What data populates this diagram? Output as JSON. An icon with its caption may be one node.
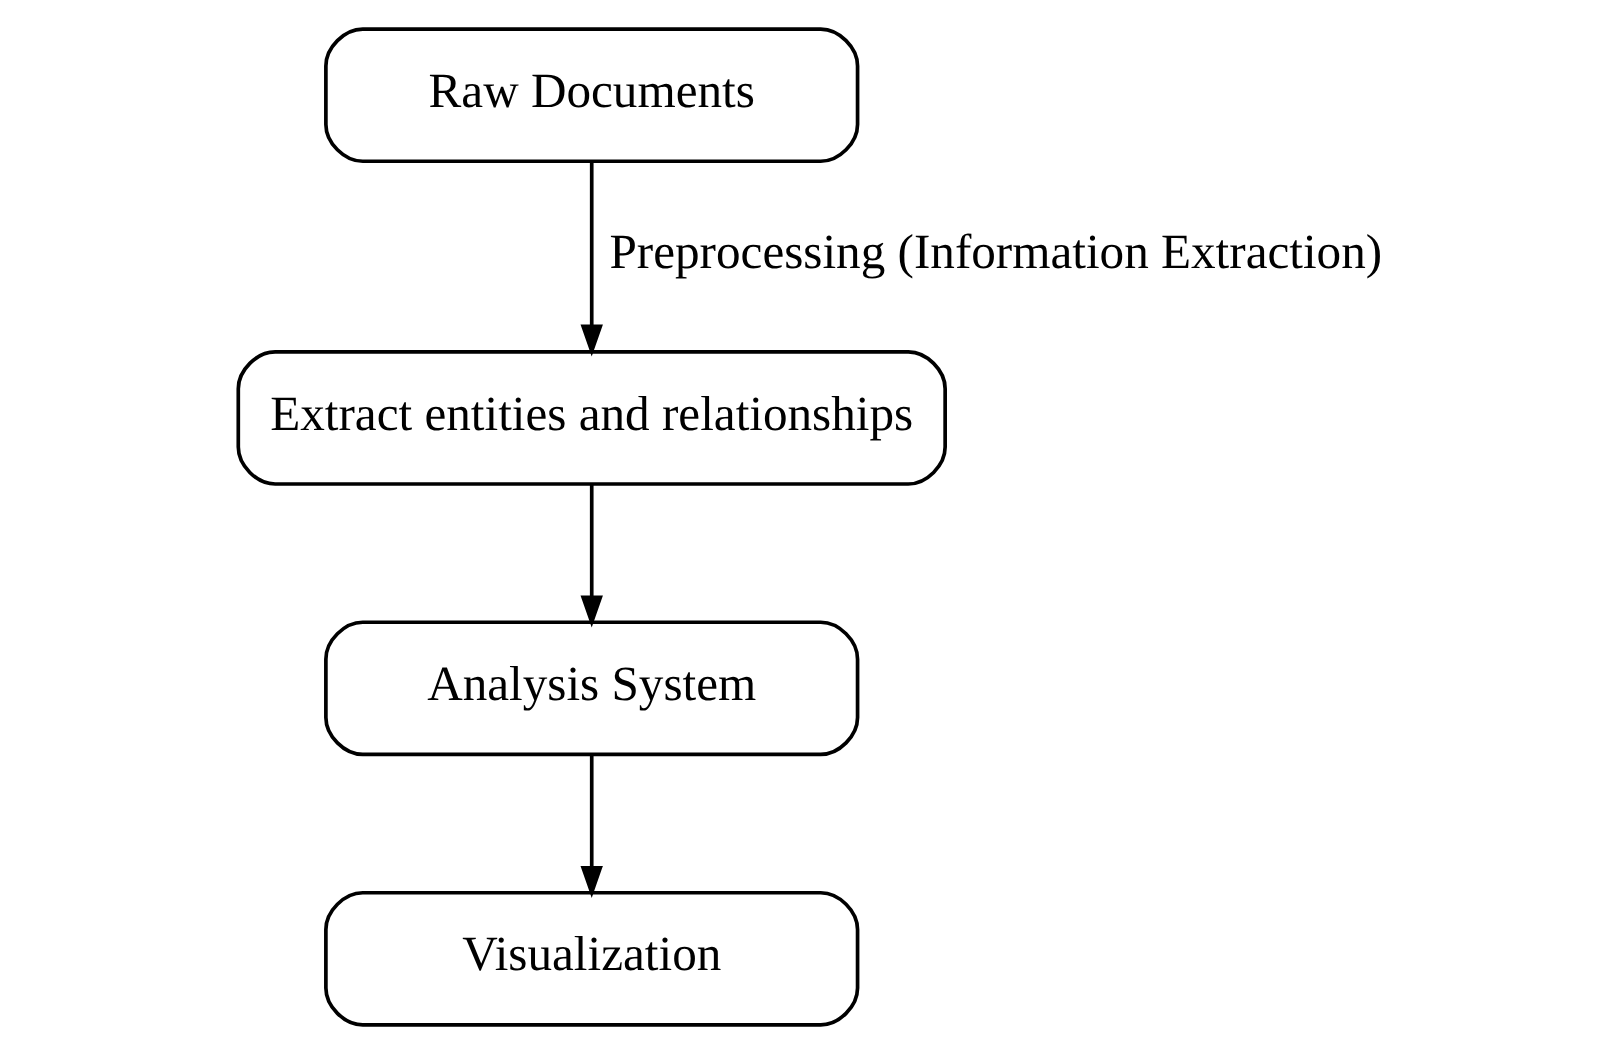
{
  "diagram": {
    "nodes": [
      {
        "text": [
          "Raw Documents"
        ]
      },
      {
        "text": [
          "Extract entities and relationships"
        ]
      },
      {
        "text": [
          "Analysis System"
        ]
      },
      {
        "text": [
          "Visualization"
        ]
      }
    ],
    "edges": [
      {
        "from": 0,
        "to": 1,
        "arrow": "to",
        "label": "Preprocessing (Information Extraction)"
      },
      {
        "from": 1,
        "to": 2,
        "arrow": "to"
      },
      {
        "from": 2,
        "to": 3,
        "arrow": "to"
      }
    ]
  }
}
